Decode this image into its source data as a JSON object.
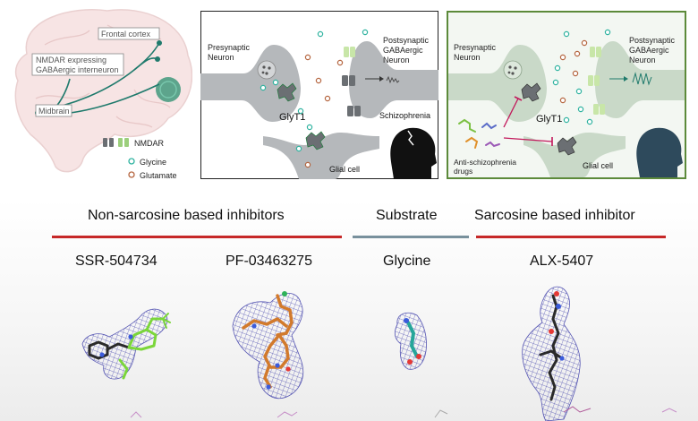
{
  "brain_panel": {
    "frontal_cortex": "Frontal cortex",
    "interneuron_line1": "NMDAR expressing",
    "interneuron_line2": "GABAergic interneuron",
    "midbrain": "Midbrain",
    "legend": {
      "nmdar": "NMDAR",
      "glycine": "Glycine",
      "glutamate": "Glutamate"
    }
  },
  "schizo_panel": {
    "presynaptic_line1": "Presynaptic",
    "presynaptic_line2": "Neuron",
    "postsynaptic_line1": "Postsynaptic",
    "postsynaptic_line2": "GABAergic",
    "postsynaptic_line3": "Neuron",
    "glyt1": "GlyT1",
    "schizophrenia": "Schizophrenia",
    "glial_cell": "Glial cell"
  },
  "drug_panel": {
    "presynaptic_line1": "Presynaptic",
    "presynaptic_line2": "Neuron",
    "postsynaptic_line1": "Postsynaptic",
    "postsynaptic_line2": "GABAergic",
    "postsynaptic_line3": "Neuron",
    "glyt1": "GlyT1",
    "drugs_line1": "Anti-schizophrenia",
    "drugs_line2": "drugs",
    "glial_cell": "Glial cell"
  },
  "categories": {
    "non_sarcosine": "Non-sarcosine based inhibitors",
    "substrate": "Substrate",
    "sarcosine": "Sarcosine based inhibitor"
  },
  "molecules": {
    "ssr": "SSR-504734",
    "pf": "PF-03463275",
    "glycine": "Glycine",
    "alx": "ALX-5407"
  },
  "colors": {
    "red_bar": "#c62828",
    "gray_bar": "#78909c",
    "mesh": "#3a3aa8",
    "neuron_gray": "#b5b8bb",
    "neuron_green": "#c9d9c8",
    "green_frame": "#5c8a3a",
    "glycine_teal": "#2fb3a0",
    "glutamate_brown": "#b5653f"
  }
}
